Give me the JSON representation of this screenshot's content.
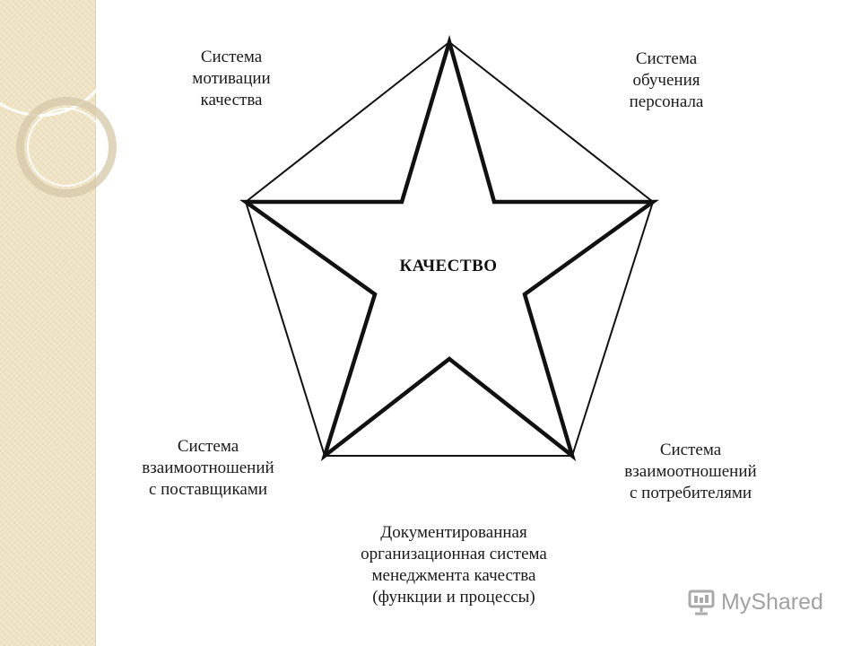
{
  "diagram": {
    "center": "КАЧЕСТВО",
    "vertices": [
      {
        "id": "top-left",
        "text": "Система\nмотивации\nкачества"
      },
      {
        "id": "top-right",
        "text": "Система\nобучения\nперсонала"
      },
      {
        "id": "bottom-right",
        "text": "Система\nвзаимоотношений\nс потребителями"
      },
      {
        "id": "bottom-center",
        "text": "Документированная\nорганизационная система\nменеджмента качества\n(функции и процессы)"
      },
      {
        "id": "bottom-left",
        "text": "Система\nвзаимоотношений\nс поставщиками"
      }
    ]
  },
  "watermark": {
    "text": "MyShared",
    "icon": "presentation-screen-icon"
  },
  "colors": {
    "side_panel": "#efe3c4",
    "line": "#111111",
    "text": "#1a1a1a"
  }
}
